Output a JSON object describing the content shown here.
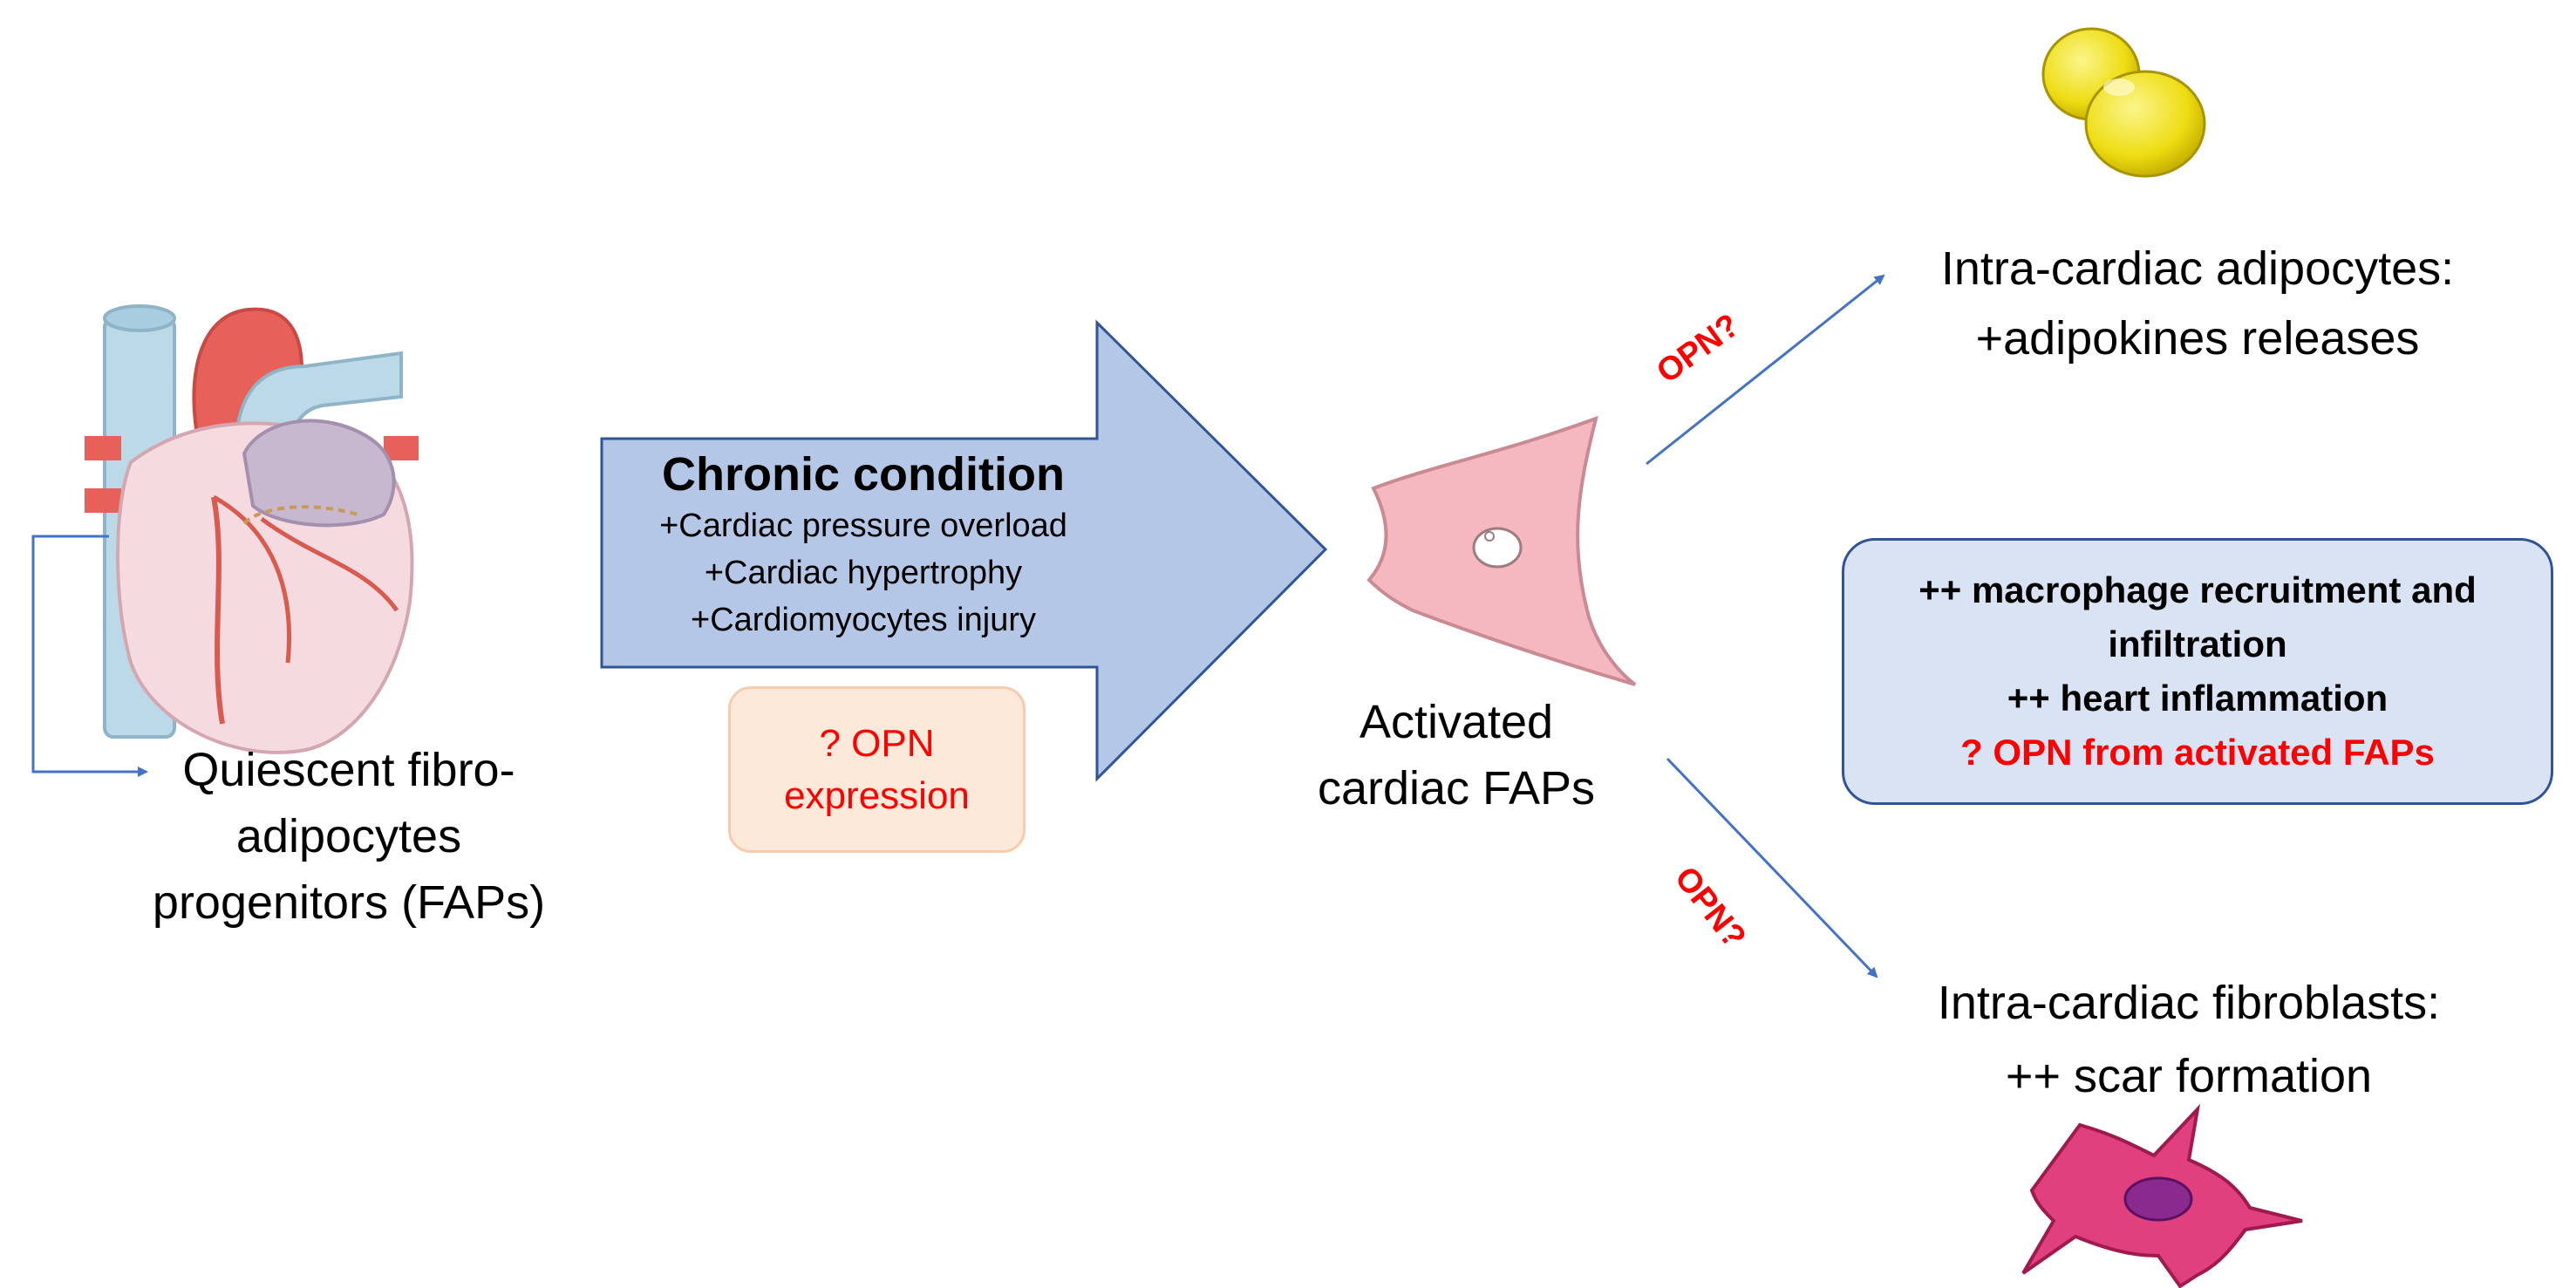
{
  "fap": {
    "label_lines": [
      "Quiescent fibro-",
      "adipocytes",
      "progenitors (FAPs)"
    ]
  },
  "chronic": {
    "title": "Chronic condition",
    "lines": [
      "+Cardiac pressure overload",
      "+Cardiac hypertrophy",
      "+Cardiomyocytes injury"
    ]
  },
  "opn_expression": {
    "lines": [
      "? OPN",
      "expression"
    ]
  },
  "activated": {
    "label_lines": [
      "Activated",
      "cardiac FAPs"
    ]
  },
  "adipocytes": {
    "label_lines": [
      "Intra-cardiac adipocytes:",
      "+adipokines releases"
    ]
  },
  "fibroblasts": {
    "label_lines": [
      "Intra-cardiac fibroblasts:",
      "++ scar formation"
    ]
  },
  "macrophage_box": {
    "lines": [
      "++ macrophage recruitment and",
      "infiltration",
      "++ heart inflammation"
    ],
    "highlight": "? OPN from activated FAPs"
  },
  "arrow_tags": {
    "upper": "OPN?",
    "lower": "OPN?"
  },
  "colors": {
    "big_arrow_fill": "#b4c7e7",
    "big_arrow_stroke": "#2f5597",
    "connector": "#4472c4",
    "highlight_red": "#ff0000",
    "heart_red": "#e8605a",
    "heart_pink": "#f5dbe0",
    "vessel_blue": "#bcd9e8",
    "adipocyte_yellow": "#f2e21a",
    "cell_pink": "#f5b7c0",
    "fibroblast_magenta": "#e0407d"
  },
  "icons": [
    "heart-illustration",
    "adipocyte-icon",
    "activated-fap-cell-icon",
    "fibroblast-icon"
  ]
}
